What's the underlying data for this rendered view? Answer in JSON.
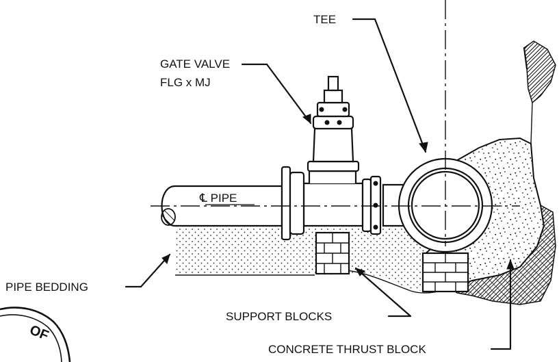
{
  "labels": {
    "tee": "TEE",
    "gate_valve_line1": "GATE VALVE",
    "gate_valve_line2": "FLG x MJ",
    "pipe_center": "℄ PIPE",
    "pipe_bedding": "PIPE BEDDING",
    "support_blocks": "SUPPORT BLOCKS",
    "concrete_thrust_block": "CONCRETE THRUST BLOCK"
  },
  "seal_text": "OF"
}
